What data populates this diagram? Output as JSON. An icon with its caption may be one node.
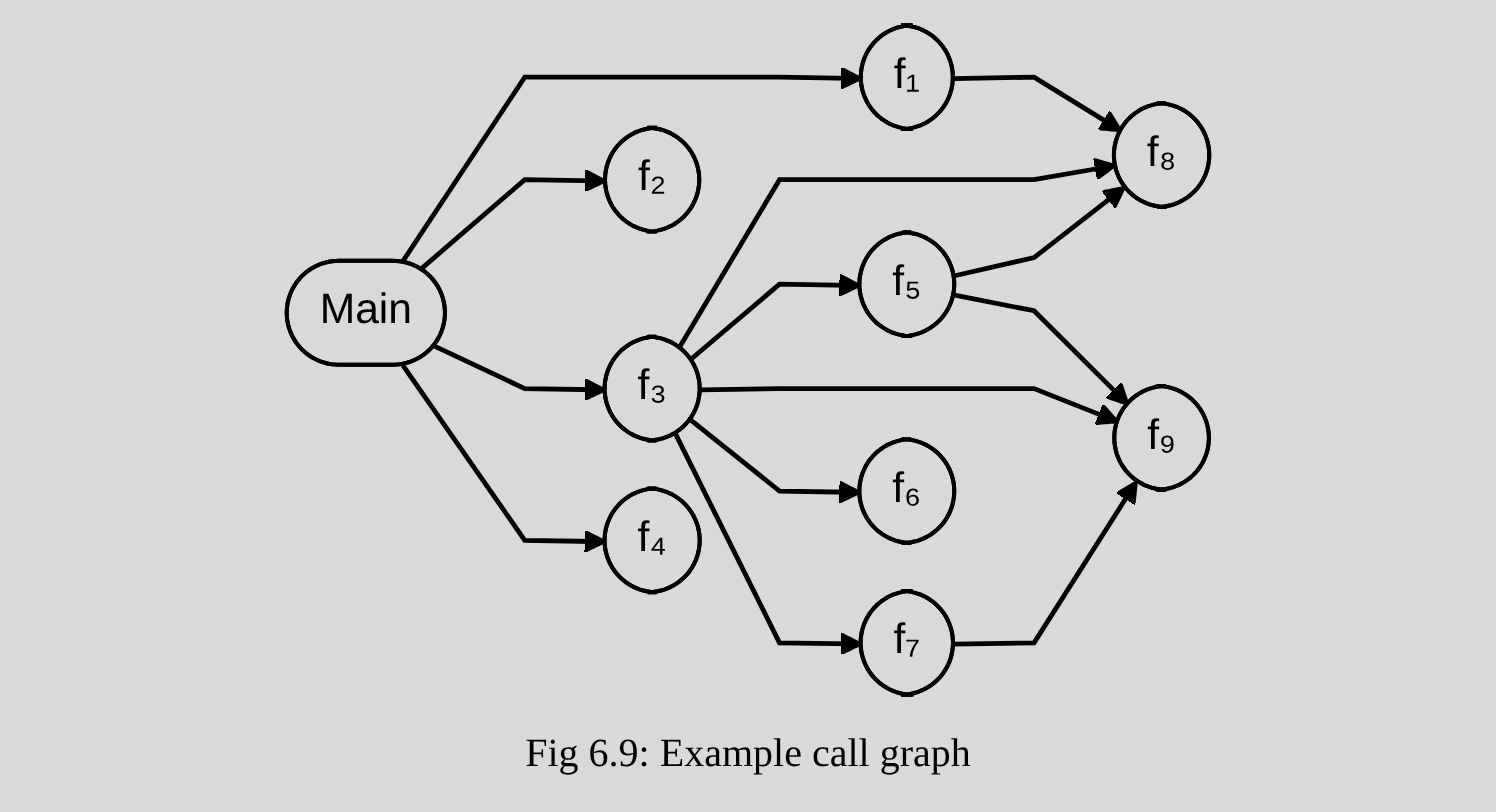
{
  "diagram": {
    "caption": "Fig 6.9: Example call graph",
    "nodes": [
      {
        "text": [
          "Main"
        ]
      },
      {
        "text": [
          "f₁"
        ]
      },
      {
        "text": [
          "f₂"
        ]
      },
      {
        "text": [
          "f₃"
        ]
      },
      {
        "text": [
          "f₄"
        ]
      },
      {
        "text": [
          "f₅"
        ]
      },
      {
        "text": [
          "f₆"
        ]
      },
      {
        "text": [
          "f₇"
        ]
      },
      {
        "text": [
          "f₈"
        ]
      },
      {
        "text": [
          "f₉"
        ]
      }
    ],
    "edges": [
      {
        "from": 0,
        "to": 1,
        "arrow": "to"
      },
      {
        "from": 0,
        "to": 2,
        "arrow": "to"
      },
      {
        "from": 0,
        "to": 3,
        "arrow": "to"
      },
      {
        "from": 0,
        "to": 4,
        "arrow": "to"
      },
      {
        "from": 1,
        "to": 8,
        "arrow": "to"
      },
      {
        "from": 3,
        "to": 8,
        "arrow": "to"
      },
      {
        "from": 3,
        "to": 5,
        "arrow": "to"
      },
      {
        "from": 3,
        "to": 9,
        "arrow": "to"
      },
      {
        "from": 3,
        "to": 6,
        "arrow": "to"
      },
      {
        "from": 3,
        "to": 7,
        "arrow": "to"
      },
      {
        "from": 5,
        "to": 8,
        "arrow": "to"
      },
      {
        "from": 5,
        "to": 9,
        "arrow": "to"
      },
      {
        "from": 7,
        "to": 9,
        "arrow": "to"
      }
    ]
  }
}
